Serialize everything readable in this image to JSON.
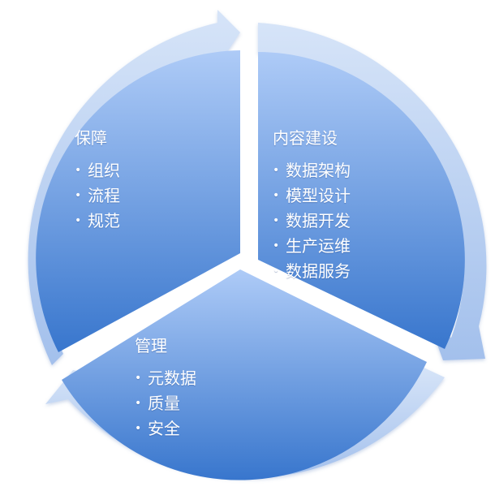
{
  "colors": {
    "segment_light": "#a9c8f6",
    "segment_dark": "#3a78cf",
    "arrow_light": "#c9dbf6",
    "arrow_dark": "#95b6e8",
    "text": "#ffffff"
  },
  "segments": [
    {
      "title": "内容建设",
      "items": [
        "数据架构",
        "模型设计",
        "数据开发",
        "生产运维",
        "数据服务"
      ]
    },
    {
      "title": "管理",
      "items": [
        "元数据",
        "质量",
        "安全"
      ]
    },
    {
      "title": "保障",
      "items": [
        "组织",
        "流程",
        "规范"
      ]
    }
  ],
  "bullet": "•"
}
